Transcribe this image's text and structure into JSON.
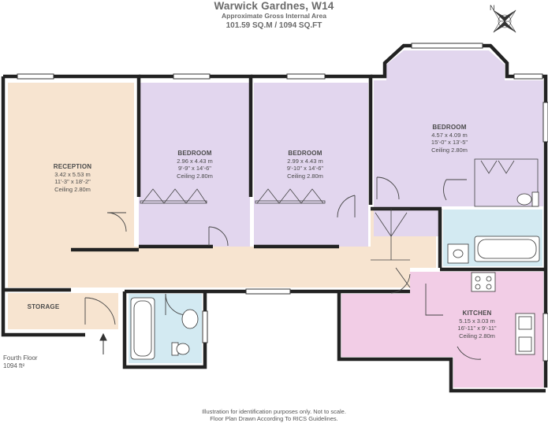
{
  "header": {
    "title": "Warwick Gardnes, W14",
    "subtitle": "Approximate Gross Internal Area",
    "area": "101.59 SQ.M / 1094 SQ.FT"
  },
  "compass": {
    "north": "N"
  },
  "rooms": {
    "reception": {
      "name": "RECEPTION",
      "dims_m": "3.42 x 5.53 m",
      "dims_ft": "11'-3\" x 18'-2\"",
      "ceiling": "Ceiling 2.80m"
    },
    "bedroom1": {
      "name": "BEDROOM",
      "dims_m": "2.96 x 4.43 m",
      "dims_ft": "9'-9\" x 14'-6\"",
      "ceiling": "Ceiling 2.80m"
    },
    "bedroom2": {
      "name": "BEDROOM",
      "dims_m": "2.99 x 4.43 m",
      "dims_ft": "9'-10\" x 14'-6\"",
      "ceiling": "Ceiling 2.80m"
    },
    "bedroom3": {
      "name": "BEDROOM",
      "dims_m": "4.57 x 4.09 m",
      "dims_ft": "15'-0\" x 13'-5\"",
      "ceiling": "Ceiling 2.80m"
    },
    "kitchen": {
      "name": "KITCHEN",
      "dims_m": "5.15 x 3.03 m",
      "dims_ft": "16'-11\" x 9'-11\"",
      "ceiling": "Ceiling 2.80m"
    },
    "storage": {
      "name": "STORAGE"
    }
  },
  "floor": {
    "level": "Fourth Floor",
    "area": "1094 ft²"
  },
  "footer": {
    "line1": "Illustration for identification purposes only. Not to scale.",
    "line2": "Floor Plan Drawn According To RICS Guidelines."
  },
  "colors": {
    "reception": "#f7e4d0",
    "bedroom": "#e2d6ee",
    "kitchen": "#f2cde6",
    "bathroom": "#d3eaf2",
    "wall": "#222222"
  }
}
